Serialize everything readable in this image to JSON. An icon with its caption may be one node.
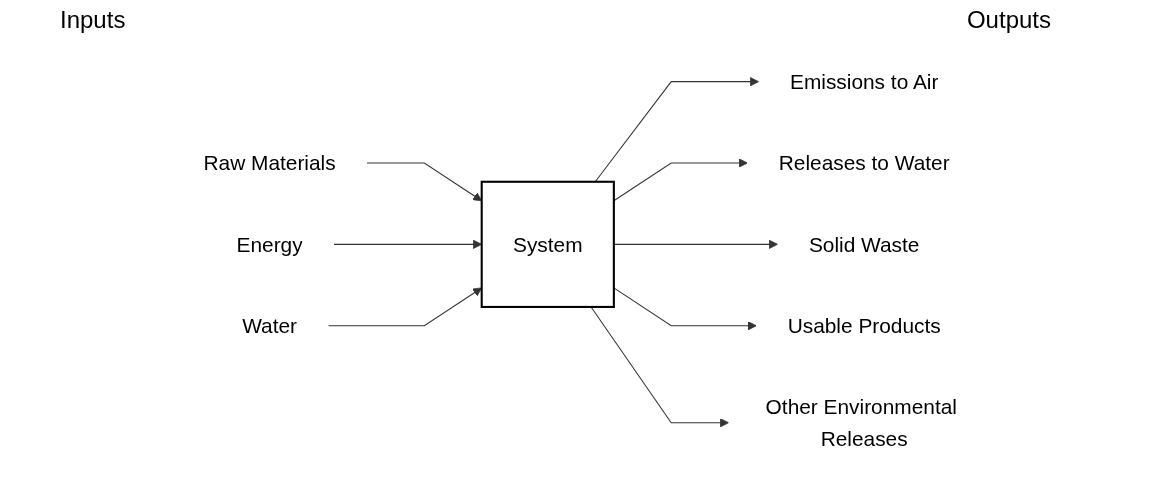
{
  "diagram": {
    "nodes": [
      {
        "text": [
          "Raw Materials"
        ]
      },
      {
        "text": [
          "Energy"
        ]
      },
      {
        "text": [
          "Water"
        ]
      },
      {
        "text": [
          "System"
        ]
      },
      {
        "text": [
          "Emissions to Air"
        ]
      },
      {
        "text": [
          "Releases to Water"
        ]
      },
      {
        "text": [
          "Solid Waste"
        ]
      },
      {
        "text": [
          "Usable Products"
        ]
      },
      {
        "text": [
          "Other Environmental Releases"
        ]
      }
    ],
    "edges": [
      {
        "from": 0,
        "to": 3,
        "arrow": "to"
      },
      {
        "from": 1,
        "to": 3,
        "arrow": "to"
      },
      {
        "from": 2,
        "to": 3,
        "arrow": "to"
      },
      {
        "from": 3,
        "to": 4,
        "arrow": "to"
      },
      {
        "from": 3,
        "to": 5,
        "arrow": "to"
      },
      {
        "from": 3,
        "to": 6,
        "arrow": "to"
      },
      {
        "from": 3,
        "to": 7,
        "arrow": "to"
      },
      {
        "from": 3,
        "to": 8,
        "arrow": "to"
      }
    ],
    "labels": [
      "Inputs",
      "Outputs"
    ]
  }
}
